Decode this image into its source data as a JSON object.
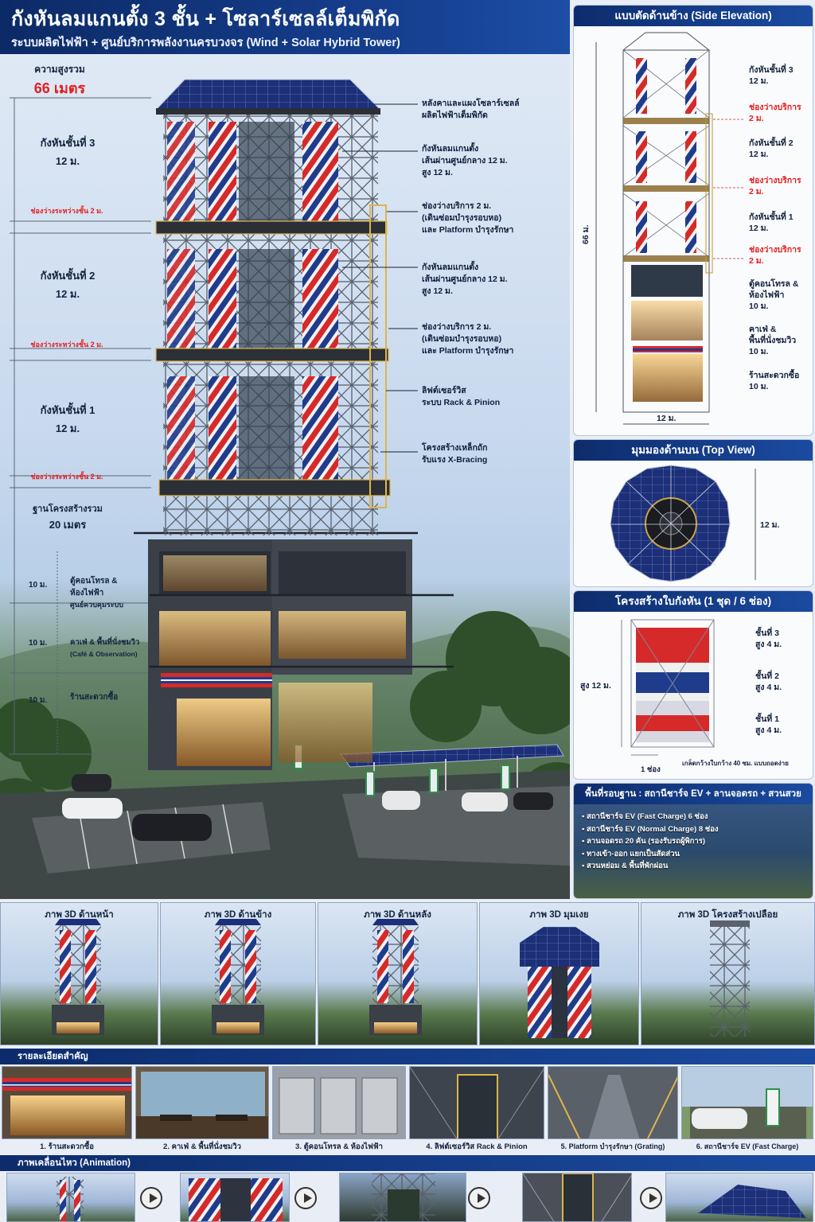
{
  "header": {
    "title": "กังหันลมแกนตั้ง 3 ชั้น + โซลาร์เซลล์เต็มพิกัด",
    "subtitle": "ระบบผลิตไฟฟ้า + ศูนย์บริการพลังงานครบวงจร (Wind + Solar Hybrid Tower)"
  },
  "hero": {
    "total_label": "ความสูงรวม",
    "total_value": "66 เมตร",
    "levels": [
      {
        "name": "กังหันชั้นที่ 3",
        "height": "12 ม."
      },
      {
        "name": "กังหันชั้นที่ 2",
        "height": "12 ม."
      },
      {
        "name": "กังหันชั้นที่ 1",
        "height": "12 ม."
      }
    ],
    "gap_label": "ช่องว่างระหว่างชั้น 2 ม.",
    "base_label": "ฐานโครงสร้างรวม",
    "base_value": "20 เมตร",
    "floors": [
      {
        "num": "10 ม.",
        "note_1": "ตู้คอนโทรล &",
        "note_2": "ห้องไฟฟ้า",
        "note_3": "ศูนย์ควบคุมระบบ"
      },
      {
        "num": "10 ม.",
        "note_1": "คาเฟ่ & พื้นที่นั่งชมวิว",
        "note_2": "(Café & Observation)",
        "note_3": ""
      },
      {
        "num": "10 ม.",
        "note_1": "ร้านสะดวกซื้อ",
        "note_2": "",
        "note_3": ""
      }
    ],
    "callouts": [
      {
        "l1": "หลังคาและแผงโซลาร์เซลล์",
        "l2": "ผลิตไฟฟ้าเต็มพิกัด",
        "l3": ""
      },
      {
        "l1": "กังหันลมแกนตั้ง",
        "l2": "เส้นผ่านศูนย์กลาง 12 ม.",
        "l3": "สูง 12 ม."
      },
      {
        "l1": "ช่องว่างบริการ 2 ม.",
        "l2": "(เดินซ่อมบำรุงรอบหอ)",
        "l3": "และ Platform บำรุงรักษา"
      },
      {
        "l1": "กังหันลมแกนตั้ง",
        "l2": "เส้นผ่านศูนย์กลาง 12 ม.",
        "l3": "สูง 12 ม."
      },
      {
        "l1": "ช่องว่างบริการ 2 ม.",
        "l2": "(เดินซ่อมบำรุงรอบหอ)",
        "l3": "และ Platform บำรุงรักษา"
      },
      {
        "l1": "ลิฟต์เซอร์วิส",
        "l2": "ระบบ Rack & Pinion",
        "l3": ""
      },
      {
        "l1": "โครงสร้างเหล็กถัก",
        "l2": "รับแรง X-Bracing",
        "l3": ""
      }
    ]
  },
  "side_elevation": {
    "title": "แบบตัดด้านข้าง (Side Elevation)",
    "total_label": "66 ม.",
    "width_label": "12 ม.",
    "labels": [
      {
        "name": "กังหันชั้นที่ 3",
        "value": "12 ม.",
        "red": false
      },
      {
        "name": "ช่องว่างบริการ",
        "value": "2 ม.",
        "red": true
      },
      {
        "name": "กังหันชั้นที่ 2",
        "value": "12 ม.",
        "red": false
      },
      {
        "name": "ช่องว่างบริการ",
        "value": "2 ม.",
        "red": true
      },
      {
        "name": "กังหันชั้นที่ 1",
        "value": "12 ม.",
        "red": false
      },
      {
        "name": "ช่องว่างบริการ",
        "value": "2 ม.",
        "red": true
      },
      {
        "name": "ตู้คอนโทรล &",
        "value": "ห้องไฟฟ้า",
        "extra": "10 ม.",
        "red": false
      },
      {
        "name": "คาเฟ่ &",
        "value": "พื้นที่นั่งชมวิว",
        "extra": "10 ม.",
        "red": false
      },
      {
        "name": "ร้านสะดวกซื้อ",
        "value": "10 ม.",
        "red": false
      }
    ]
  },
  "top_view": {
    "title": "มุมมองด้านบน (Top View)",
    "dim": "12 ม."
  },
  "blade": {
    "title": "โครงสร้างใบกังหัน (1 ชุด / 6 ช่อง)",
    "height_label": "สูง 12 ม.",
    "width_label": "1 ช่อง",
    "note": "เกล็ดกว้างใบกว้าง 40 ซม. แบบถอดง่าย",
    "levels": [
      {
        "name": "ชั้นที่ 3",
        "h": "สูง 4 ม."
      },
      {
        "name": "ชั้นที่ 2",
        "h": "สูง 4 ม."
      },
      {
        "name": "ชั้นที่ 1",
        "h": "สูง 4 ม."
      }
    ]
  },
  "surround": {
    "title": "พื้นที่รอบฐาน : สถานีชาร์จ EV + ลานจอดรถ + สวนสวย",
    "items": [
      "สถานีชาร์จ EV (Fast Charge) 6 ช่อง",
      "สถานีชาร์จ EV (Normal Charge) 8 ช่อง",
      "ลานจอดรถ 20 คัน (รองรับรถผู้พิการ)",
      "ทางเข้า-ออก แยกเป็นสัดส่วน",
      "สวนหย่อม & พื้นที่พักผ่อน"
    ]
  },
  "views": [
    "ภาพ 3D ด้านหน้า",
    "ภาพ 3D ด้านข้าง",
    "ภาพ 3D ด้านหลัง",
    "ภาพ 3D มุมเงย",
    "ภาพ 3D โครงสร้างเปลือย"
  ],
  "details": {
    "title": "รายละเอียดสำคัญ",
    "items": [
      "1. ร้านสะดวกซื้อ",
      "2. คาเฟ่ & พื้นที่นั่งชมวิว",
      "3. ตู้คอนโทรล & ห้องไฟฟ้า",
      "4. ลิฟต์เซอร์วิส Rack & Pinion",
      "5. Platform บำรุงรักษา (Grating)",
      "6. สถานีชาร์จ EV (Fast Charge)"
    ]
  },
  "animation": {
    "title": "ภาพเคลื่อนไหว (Animation)"
  },
  "colors": {
    "navy": "#0c2a66",
    "red": "#e31d1d",
    "thai_red": "#d62a2a",
    "thai_blue": "#1f3c8c",
    "solar": "#1c2f78"
  }
}
